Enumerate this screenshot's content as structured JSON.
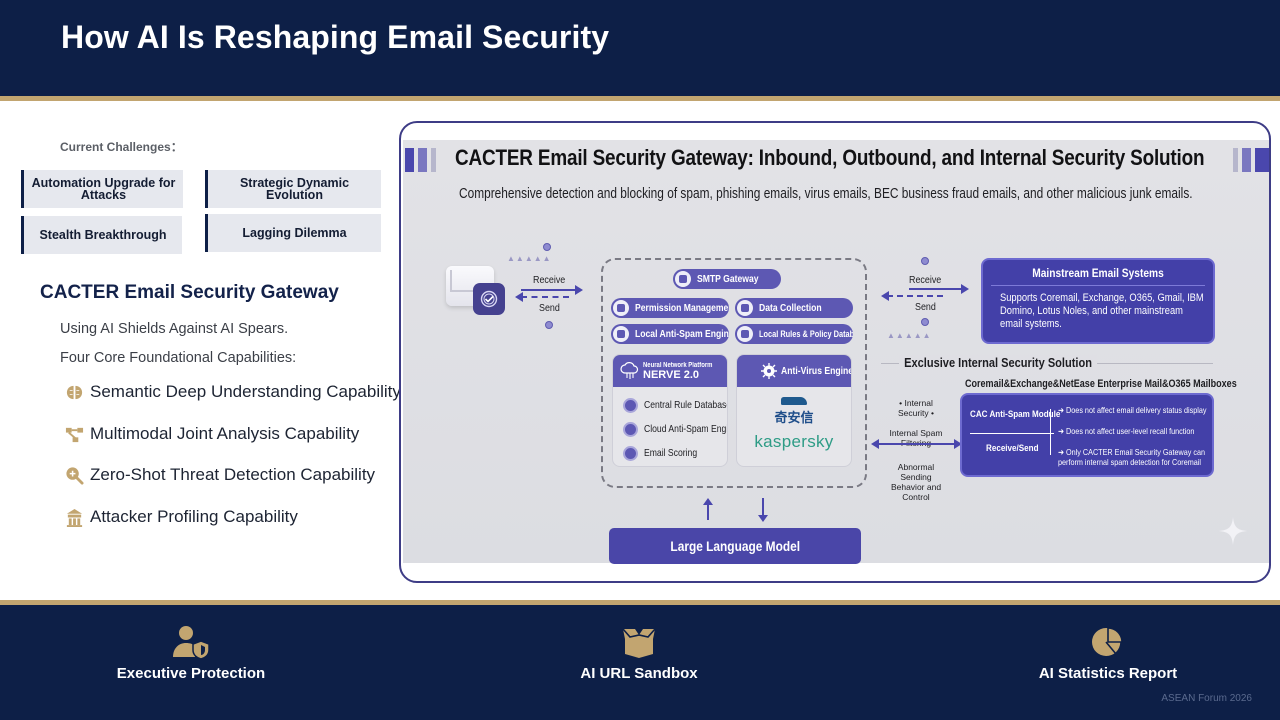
{
  "header": {
    "title": "How AI Is Reshaping Email Security"
  },
  "colors": {
    "navy": "#0d1f47",
    "gold": "#c2a570",
    "purple": "#4a47ad",
    "kaspersky_green": "#2e9c86"
  },
  "challenges": {
    "label": "Current Challenges：",
    "items": [
      {
        "label": "Automation Upgrade for Attacks"
      },
      {
        "label": "Strategic Dynamic Evolution"
      },
      {
        "label": "Stealth Breakthrough"
      },
      {
        "label": "Lagging Dilemma"
      }
    ]
  },
  "gateway": {
    "title": "CACTER Email Security Gateway",
    "tagline": "Using AI Shields Against AI Spears.",
    "capabilities_intro": "Four Core Foundational Capabilities:",
    "capabilities": [
      {
        "icon": "brain-icon",
        "label": "Semantic Deep Understanding Capability"
      },
      {
        "icon": "network-icon",
        "label": "Multimodal Joint Analysis Capability"
      },
      {
        "icon": "magnify-plus-icon",
        "label": "Zero-Shot Threat Detection Capability"
      },
      {
        "icon": "profile-icon",
        "label": "Attacker Profiling Capability"
      }
    ]
  },
  "diagram": {
    "title": "CACTER Email Security Gateway: Inbound, Outbound, and Internal Security Solution",
    "subtitle": "Comprehensive detection and blocking of spam, phishing emails, virus emails, BEC business fraud emails, and other malicious junk emails.",
    "left_flow": {
      "receive": "Receive",
      "send": "Send"
    },
    "right_flow": {
      "receive": "Receive",
      "send": "Send"
    },
    "smtp_gateway": "SMTP Gateway",
    "modules": [
      "Permission Management",
      "Data Collection",
      "Local Anti-Spam Engine",
      "Local Rules & Policy Database"
    ],
    "nerve": {
      "caption": "Neural Network Platform",
      "name": "NERVE 2.0",
      "items": [
        "Central Rule Database",
        "Cloud Anti-Spam Engine",
        "Email Scoring"
      ]
    },
    "antivirus": {
      "title": "Anti-Virus Engine",
      "vendor_cn": "奇安信",
      "vendor_kaspersky": "kaspersky"
    },
    "llm": "Large Language Model",
    "mainstream": {
      "title": "Mainstream Email Systems",
      "desc": "Supports Coremail,  Exchange,  O365, Gmail, IBM Domino, Lotus Noles, and other mainstream email systems."
    },
    "internal": {
      "heading": "Exclusive Internal Security Solution",
      "mailboxes": "Coremail&Exchange&NetEase Enterprise Mail&O365 Mailboxes",
      "side_title": "• Internal Security •",
      "side_item1": "Internal Spam Filtering",
      "side_item2": "Abnormal Sending Behavior and Control",
      "module": "CAC Anti-Spam Module",
      "receive_send": "Receive/Send",
      "bullets": [
        "Does not affect email delivery status display",
        "Does not affect user-level recall function",
        "Only CACTER Email Security Gateway can perform internal spam detection for Coremail"
      ]
    }
  },
  "footer": {
    "features": [
      {
        "icon": "user-shield-icon",
        "label": "Executive Protection"
      },
      {
        "icon": "open-box-icon",
        "label": "AI URL Sandbox"
      },
      {
        "icon": "pie-chart-icon",
        "label": "AI Statistics Report"
      }
    ],
    "note": "ASEAN Forum 2026"
  }
}
